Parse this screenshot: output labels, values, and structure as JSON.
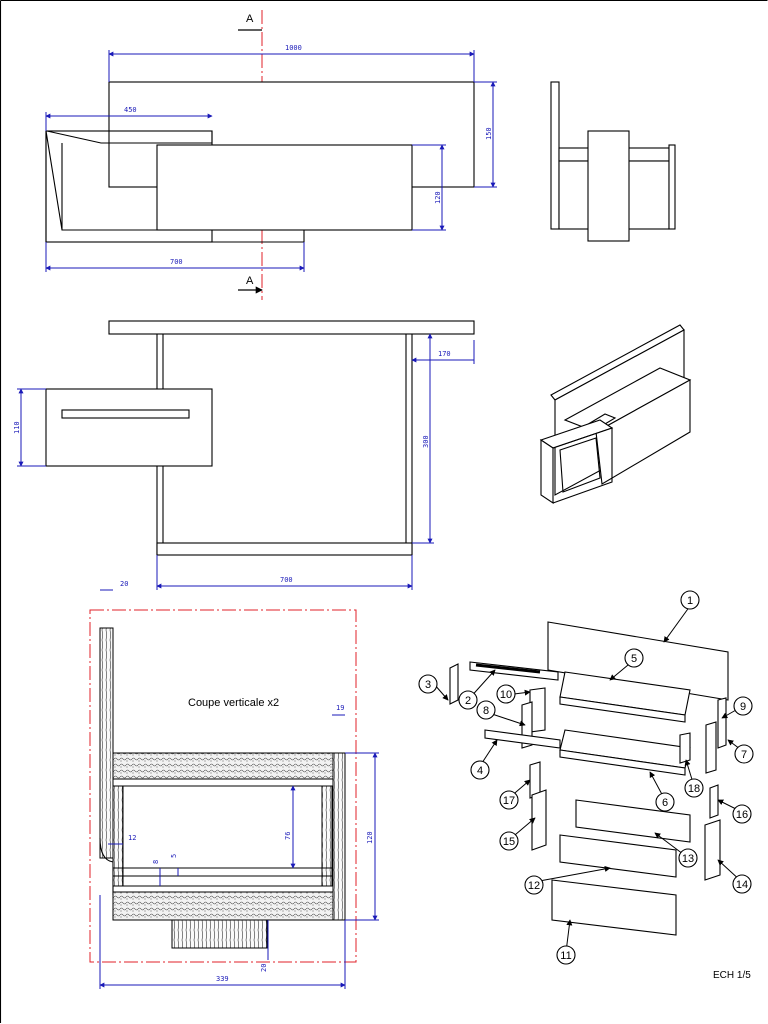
{
  "section_markers": {
    "top": "A",
    "bottom": "A"
  },
  "front_view_dims": {
    "total_length": "1000",
    "left_offset": "450",
    "lower_length": "700",
    "height_back": "150",
    "height_drawer": "120"
  },
  "plan_view_dims": {
    "depth_left": "110",
    "depth_right": "300",
    "side_thickness": "170",
    "length": "700"
  },
  "section": {
    "title": "Coupe verticale x2",
    "dim_top": "20",
    "dim_right_top": "19",
    "dim_left": "12",
    "dim_8": "8",
    "dim_5": "5",
    "dim_76": "76",
    "dim_120": "120",
    "dim_bottom_small": "20",
    "dim_width": "339"
  },
  "callouts": [
    "1",
    "2",
    "3",
    "4",
    "5",
    "6",
    "7",
    "8",
    "9",
    "10",
    "11",
    "12",
    "13",
    "14",
    "15",
    "16",
    "17",
    "18"
  ],
  "scale_label": "ECH 1/5",
  "colors": {
    "dimension": "#1a1ab8",
    "axis": "#e0202a",
    "ink": "#000000"
  }
}
